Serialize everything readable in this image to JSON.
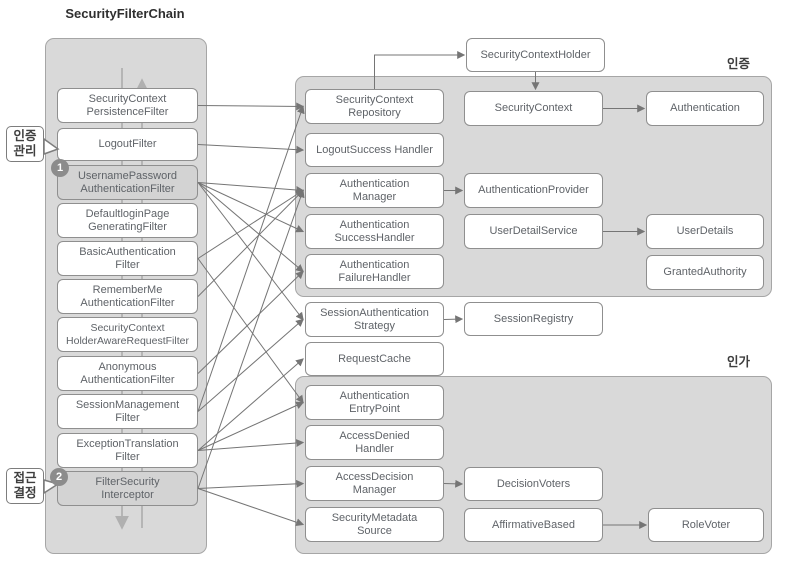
{
  "title": "SecurityFilterChain",
  "region_labels": {
    "authentication": "인증",
    "authorization": "인가"
  },
  "callouts": {
    "auth_manage": {
      "line1": "인증",
      "line2": "관리"
    },
    "access_decision": {
      "line1": "접근",
      "line2": "결정"
    }
  },
  "badges": {
    "one": "1",
    "two": "2"
  },
  "palette": {
    "panel": "#d9d9d9",
    "panel-border": "#a6a6a6",
    "line": "#8f8f8f",
    "text": "#5f6368",
    "arrow": "#757575",
    "flow": "#b5b5b5",
    "title": "#2f2f2f",
    "badge": "#8c8c8c",
    "shaded": "#d3d3d3"
  },
  "nodes": {
    "scpf": {
      "lines": [
        "SecurityContext",
        "PersistenceFilter"
      ]
    },
    "logout": {
      "lines": [
        "LogoutFilter"
      ]
    },
    "upaf": {
      "lines": [
        "UsernamePassword",
        "AuthenticationFilter"
      ]
    },
    "dlpgf": {
      "lines": [
        "DefaultloginPage",
        "GeneratingFilter"
      ]
    },
    "basic": {
      "lines": [
        "BasicAuthentication",
        "Filter"
      ]
    },
    "rememberme": {
      "lines": [
        "RememberMe",
        "AuthenticationFilter"
      ]
    },
    "scharf": {
      "lines": [
        "SecurityContext",
        "HolderAwareRequestFilter"
      ]
    },
    "anon": {
      "lines": [
        "Anonymous",
        "AuthenticationFilter"
      ]
    },
    "smf": {
      "lines": [
        "SessionManagement",
        "Filter"
      ]
    },
    "etf": {
      "lines": [
        "ExceptionTranslation",
        "Filter"
      ]
    },
    "fsi": {
      "lines": [
        "FilterSecurity",
        "Interceptor"
      ]
    },
    "sch": {
      "lines": [
        "SecurityContextHolder"
      ]
    },
    "screpo": {
      "lines": [
        "SecurityContext",
        "Repository"
      ]
    },
    "sc": {
      "lines": [
        "SecurityContext"
      ]
    },
    "authentication": {
      "lines": [
        "Authentication"
      ]
    },
    "lsh": {
      "lines": [
        "LogoutSuccess Handler"
      ]
    },
    "authmgr": {
      "lines": [
        "Authentication",
        "Manager"
      ]
    },
    "authprovider": {
      "lines": [
        "AuthenticationProvider"
      ]
    },
    "authsuccess": {
      "lines": [
        "Authentication",
        "SuccessHandler"
      ]
    },
    "uds": {
      "lines": [
        "UserDetailService"
      ]
    },
    "userdetails": {
      "lines": [
        "UserDetails"
      ]
    },
    "authfailure": {
      "lines": [
        "Authentication",
        "FailureHandler"
      ]
    },
    "granted": {
      "lines": [
        "GrantedAuthority"
      ]
    },
    "sas": {
      "lines": [
        "SessionAuthentication",
        "Strategy"
      ]
    },
    "sessionregistry": {
      "lines": [
        "SessionRegistry"
      ]
    },
    "requestcache": {
      "lines": [
        "RequestCache"
      ]
    },
    "aep": {
      "lines": [
        "Authentication",
        "EntryPoint"
      ]
    },
    "adh": {
      "lines": [
        "AccessDenied",
        "Handler"
      ]
    },
    "adm": {
      "lines": [
        "AccessDecision",
        "Manager"
      ]
    },
    "decisionvoters": {
      "lines": [
        "DecisionVoters"
      ]
    },
    "sms": {
      "lines": [
        "SecurityMetadata",
        "Source"
      ]
    },
    "affirmative": {
      "lines": [
        "AffirmativeBased"
      ]
    },
    "rolevoter": {
      "lines": [
        "RoleVoter"
      ]
    }
  },
  "edges": [
    {
      "from": "scpf",
      "to": "screpo"
    },
    {
      "from": "logout",
      "to": "lsh"
    },
    {
      "from": "upaf",
      "to": "authmgr"
    },
    {
      "from": "upaf",
      "to": "authsuccess"
    },
    {
      "from": "upaf",
      "to": "authfailure"
    },
    {
      "from": "upaf",
      "to": "sas"
    },
    {
      "from": "basic",
      "to": "authmgr"
    },
    {
      "from": "basic",
      "to": "aep"
    },
    {
      "from": "rememberme",
      "to": "authmgr"
    },
    {
      "from": "anon",
      "to": "authfailure"
    },
    {
      "from": "smf",
      "to": "screpo"
    },
    {
      "from": "smf",
      "to": "sas"
    },
    {
      "from": "etf",
      "to": "requestcache"
    },
    {
      "from": "etf",
      "to": "aep"
    },
    {
      "from": "etf",
      "to": "adh"
    },
    {
      "from": "fsi",
      "to": "authmgr"
    },
    {
      "from": "fsi",
      "to": "adm"
    },
    {
      "from": "fsi",
      "to": "sms"
    },
    {
      "from": "screpo",
      "to": "sch",
      "type": "elbow-top"
    },
    {
      "from": "sch",
      "to": "sc",
      "type": "down"
    },
    {
      "from": "sc",
      "to": "authentication"
    },
    {
      "from": "authmgr",
      "to": "authprovider"
    },
    {
      "from": "uds",
      "to": "userdetails"
    },
    {
      "from": "sas",
      "to": "sessionregistry"
    },
    {
      "from": "adm",
      "to": "decisionvoters"
    },
    {
      "from": "affirmative",
      "to": "rolevoter"
    }
  ]
}
